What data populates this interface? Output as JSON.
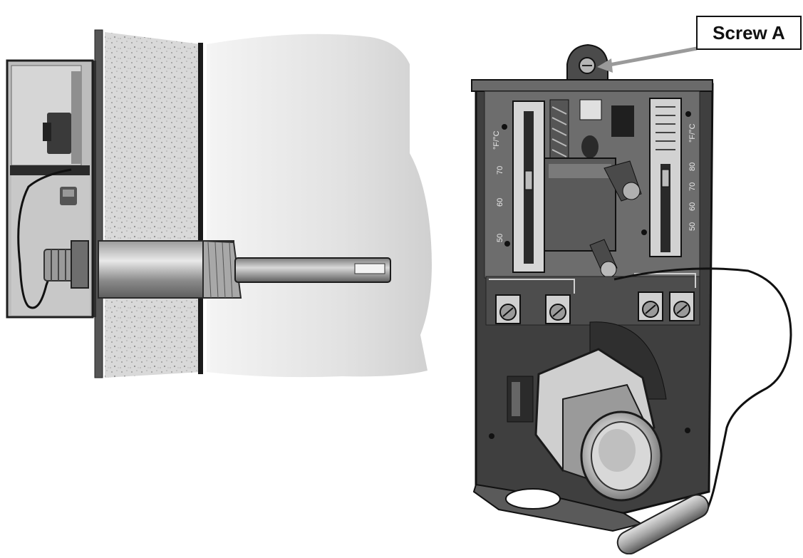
{
  "callout": {
    "label": "Screw A"
  },
  "left_scale": {
    "marks": [
      "°F/°C",
      "70",
      "60",
      "50"
    ]
  },
  "right_scale": {
    "marks": [
      "°F/°C",
      "80",
      "70",
      "60",
      "50"
    ]
  }
}
